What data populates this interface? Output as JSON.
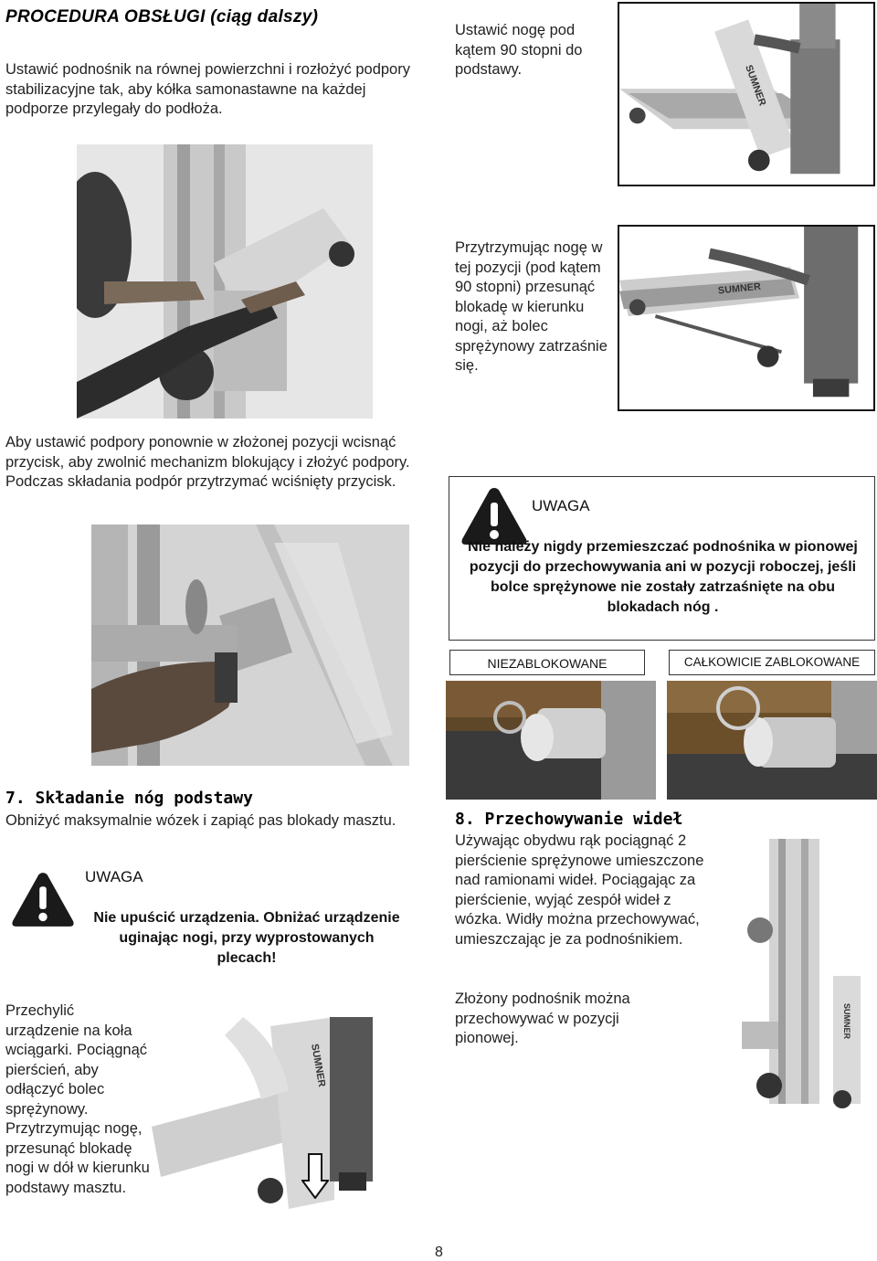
{
  "header": {
    "title": "PROCEDURA OBSŁUGI (ciąg dalszy)"
  },
  "intro_text": "Ustawić podnośnik na równej powierzchni i rozłożyć podpory stabilizacyjne tak, aby kółka samonastawne na każdej podporze przylegały do podłoża.",
  "step_leg_90": "Ustawić nogę pod kątem 90 stopni do podstawy.",
  "step_hold_leg": "Przytrzymując nogę w tej pozycji (pod kątem 90 stopni) przesunąć blokadę w kierunku nogi, aż bolec sprężynowy zatrzaśnie się.",
  "step_fold": "Aby ustawić podpory ponownie w złożonej pozycji wcisnąć przycisk, aby zwolnić mechanizm blokujący i złożyć podpory. Podczas składania podpór przytrzymać wciśnięty przycisk.",
  "warning_1": {
    "title": "UWAGA",
    "text": "Nie należy nigdy przemieszczać podnośnika w pionowej pozycji do przechowywania ani w pozycji roboczej, jeśli bolce sprężynowe nie zostały zatrzaśnięte na obu blokadach nóg ."
  },
  "lock_labels": {
    "unlocked": "NIEZABLOKOWANE",
    "locked": "CAŁKOWICIE ZABLOKOWANE"
  },
  "section_7": {
    "heading": "7. Składanie nóg podstawy",
    "text": "Obniżyć maksymalnie wózek i zapiąć pas blokady masztu.",
    "warning_title": "UWAGA",
    "warning_text": "Nie upuścić urządzenia. Obniżać urządzenie uginając nogi, przy wyprostowanych plecach!",
    "tilt_text": "Przechylić urządzenie na koła wciągarki. Pociągnąć pierścień, aby odłączyć bolec sprężynowy. Przytrzymując nogę, przesunąć blokadę nogi w dół w kierunku podstawy masztu."
  },
  "section_8": {
    "heading": "8. Przechowywanie wideł",
    "text": "Używając obydwu rąk pociągnąć 2 pierścienie sprężynowe umieszczone nad ramionami wideł. Pociągając za pierścienie, wyjąć zespół wideł z wózka. Widły można przechowywać, umieszczając je za podnośnikiem.",
    "stored_text": "Złożony podnośnik można przechowywać w pozycji pionowej."
  },
  "page_number": "8",
  "photo_brand_text": "SUMNER",
  "colors": {
    "warning_icon": "#1a1a1a",
    "photo_bg": "#bdbdbd",
    "lock_photo_bg": "#6b4f2a"
  },
  "icons": {
    "warning": "warning-triangle-icon",
    "arrow": "down-arrow-icon"
  }
}
